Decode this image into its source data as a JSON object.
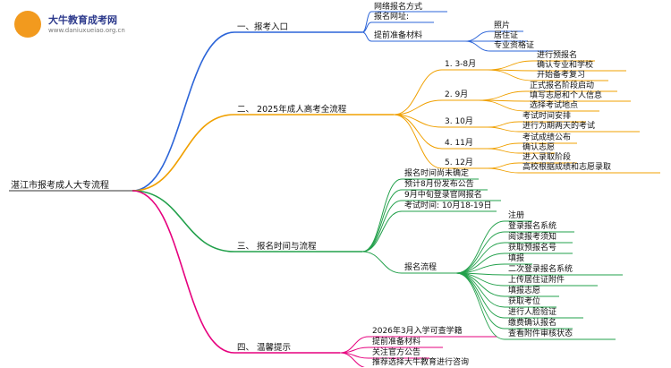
{
  "logo": {
    "title": "大牛教育成考网",
    "subtitle": "www.daniuxueiao.org.cn"
  },
  "root": "湛江市报考成人大专流程",
  "colors": {
    "b1": "#2b64d8",
    "b2": "#f0a000",
    "b3": "#22a04b",
    "b4": "#e6007e"
  },
  "branches": [
    {
      "label": "一、报考入口",
      "children": [
        {
          "label": "网络报名方式"
        },
        {
          "label": "报名网址:"
        },
        {
          "label": "提前准备材料",
          "children": [
            "照片",
            "居住证",
            "专业资格证"
          ]
        }
      ]
    },
    {
      "label": "二、 2025年成人高考全流程",
      "children": [
        {
          "label": "1. 3-8月",
          "children": [
            "进行预报名",
            "确认专业和学校",
            "开始备考复习"
          ]
        },
        {
          "label": "2. 9月",
          "children": [
            "正式报名阶段启动",
            "填写志愿和个人信息",
            "选择考试地点"
          ]
        },
        {
          "label": "3. 10月",
          "children": [
            "考试时间安排",
            "进行为期两天的考试"
          ]
        },
        {
          "label": "4. 11月",
          "children": [
            "考试成绩公布",
            "确认志愿"
          ]
        },
        {
          "label": "5. 12月",
          "children": [
            "进入录取阶段",
            "高校根据成绩和志愿录取"
          ]
        }
      ]
    },
    {
      "label": "三、 报名时间与流程",
      "children": [
        {
          "label": "报名时间尚未确定"
        },
        {
          "label": "预计8月份发布公告"
        },
        {
          "label": "9月中旬登录官网报名"
        },
        {
          "label": "考试时间: 10月18-19日"
        },
        {
          "label": "报名流程",
          "children": [
            "注册",
            "登录报名系统",
            "阅读报考须知",
            "获取预报名号",
            "填报",
            "二次登录报名系统",
            "上传居住证附件",
            "填报志愿",
            "获取考位",
            "进行人脸验证",
            "缴费确认报名",
            "查看附件审核状态"
          ]
        }
      ]
    },
    {
      "label": "四、 温馨提示",
      "children": [
        {
          "label": "2026年3月入学可查学籍"
        },
        {
          "label": "提前准备材料"
        },
        {
          "label": "关注官方公告"
        },
        {
          "label": "推荐选择大牛教育进行咨询"
        }
      ]
    }
  ]
}
